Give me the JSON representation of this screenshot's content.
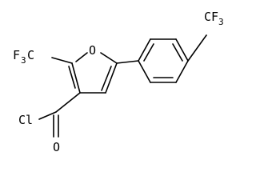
{
  "labels": {
    "oxygen_ring": "O",
    "cf3_left_main": "F",
    "cf3_left_sub": "3",
    "cf3_left_c": "C",
    "cf3_right_main": "CF",
    "cf3_right_sub": "3",
    "chlorine": "Cl",
    "oxygen_carbonyl": "O"
  }
}
